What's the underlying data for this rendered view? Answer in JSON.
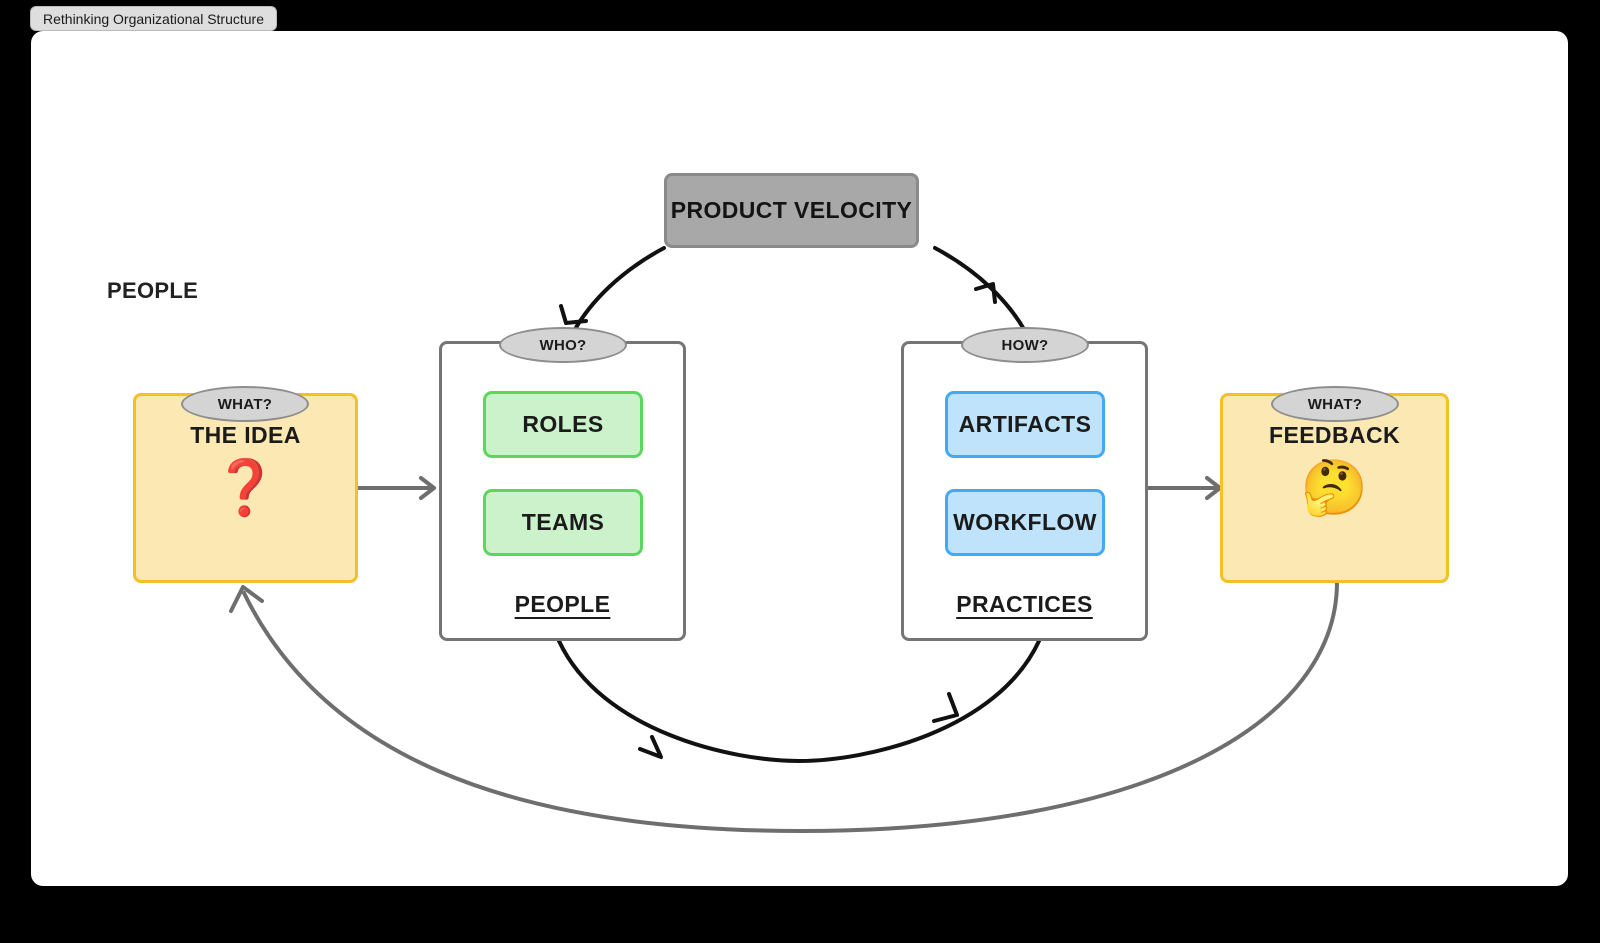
{
  "window": {
    "title": "Rethinking Organizational Structure"
  },
  "canvas": {
    "background_color": "#ffffff",
    "outer_color": "#000000"
  },
  "labels": {
    "people_heading": "PEOPLE"
  },
  "nodes": {
    "product_velocity": {
      "label": "PRODUCT VELOCITY",
      "fill": "#a8a8a8",
      "stroke": "#8a8a8a"
    },
    "the_idea": {
      "title": "THE IDEA",
      "emoji": "❓",
      "badge": "WHAT?",
      "fill": "#fce8b2",
      "stroke": "#f5c026"
    },
    "feedback": {
      "title": "FEEDBACK",
      "emoji": "🤔",
      "badge": "WHAT?",
      "fill": "#fce8b2",
      "stroke": "#f5c026"
    },
    "people_group": {
      "badge": "WHO?",
      "footer": "PEOPLE",
      "fill": "#ffffff",
      "stroke": "#757575",
      "chips": [
        {
          "label": "ROLES",
          "fill": "#ccf2cc",
          "stroke": "#5cd65c"
        },
        {
          "label": "TEAMS",
          "fill": "#ccf2cc",
          "stroke": "#5cd65c"
        }
      ]
    },
    "practices_group": {
      "badge": "HOW?",
      "footer": "PRACTICES",
      "fill": "#ffffff",
      "stroke": "#757575",
      "chips": [
        {
          "label": "ARTIFACTS",
          "fill": "#bfe3fb",
          "stroke": "#42aaf5"
        },
        {
          "label": "WORKFLOW",
          "fill": "#bfe3fb",
          "stroke": "#42aaf5"
        }
      ]
    }
  },
  "connectors": {
    "idea_to_people": {
      "name": "arrow-idea-to-people",
      "color": "#6e6e6e"
    },
    "practices_to_feedback": {
      "name": "arrow-practices-to-feedback",
      "color": "#6e6e6e"
    },
    "velocity_to_who": {
      "name": "arrow-velocity-to-who",
      "color": "#111111"
    },
    "how_to_velocity": {
      "name": "arrow-how-to-velocity",
      "color": "#111111"
    },
    "people_to_practices": {
      "name": "arrow-people-to-practices",
      "color": "#111111"
    },
    "feedback_to_idea": {
      "name": "arrow-feedback-to-idea",
      "color": "#6e6e6e"
    }
  }
}
